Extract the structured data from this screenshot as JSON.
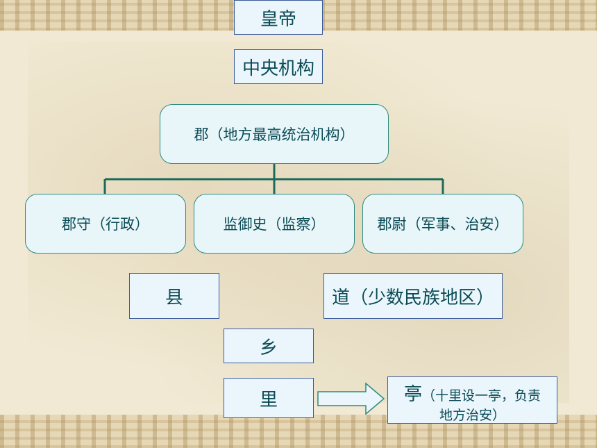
{
  "diagram": {
    "emperor": "皇帝",
    "central": "中央机构",
    "jun": "郡（地方最高统治机构）",
    "junshou": "郡守（行政）",
    "jianyushi": "监御史（监察）",
    "junwei": "郡尉（军事、治安）",
    "xian": "县",
    "dao": "道（少数民族地区）",
    "xiang": "乡",
    "li": "里",
    "ting_head": "亭",
    "ting_detail_line1": "（十里设一亭，负责",
    "ting_detail_line2": "地方治安）"
  }
}
